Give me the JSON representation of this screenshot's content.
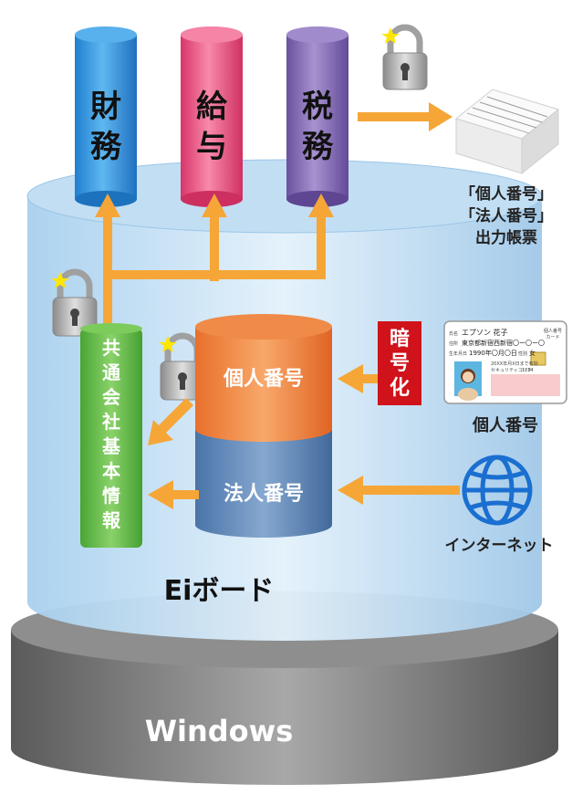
{
  "columns": [
    {
      "id": "finance",
      "chars": [
        "財",
        "務"
      ],
      "color": "#2f8fd8"
    },
    {
      "id": "payroll",
      "chars": [
        "給",
        "与"
      ],
      "color": "#e8487a"
    },
    {
      "id": "tax",
      "chars": [
        "税",
        "務"
      ],
      "color": "#7a62b0"
    }
  ],
  "output_docs": {
    "line1": "「個人番号」",
    "line2": "「法人番号」",
    "line3": "出力帳票"
  },
  "common_info": {
    "chars": [
      "共",
      "通",
      "会",
      "社",
      "基",
      "本",
      "情",
      "報"
    ]
  },
  "personal_number_db": {
    "label": "個人番号"
  },
  "corporate_number_db": {
    "label": "法人番号"
  },
  "encrypt": {
    "chars": [
      "暗",
      "号",
      "化"
    ]
  },
  "id_card": {
    "name_label": "氏名",
    "name_value": "エプソン 花子",
    "address_label": "住所",
    "address_value": "東京都新宿西新宿〇ー〇ー〇",
    "birth_label": "生年月日",
    "birth_value": "1990年〇月〇日",
    "sex_label": "性別",
    "sex_value": "女",
    "expiry": "20XX年月X日まで有効",
    "security_label": "セキュリティコード",
    "security_value": "1234",
    "card_title_1": "個人番号",
    "card_title_2": "カード"
  },
  "id_card_caption": "個人番号",
  "internet_caption": "インターネット",
  "platform_label": "Eiボード",
  "os_label": "Windows",
  "colors": {
    "arrow": "#f5a637",
    "platform": "#cfe6f7",
    "os": "#7d7d7d",
    "encrypt": "#d0121b",
    "common": "#66bb44"
  }
}
